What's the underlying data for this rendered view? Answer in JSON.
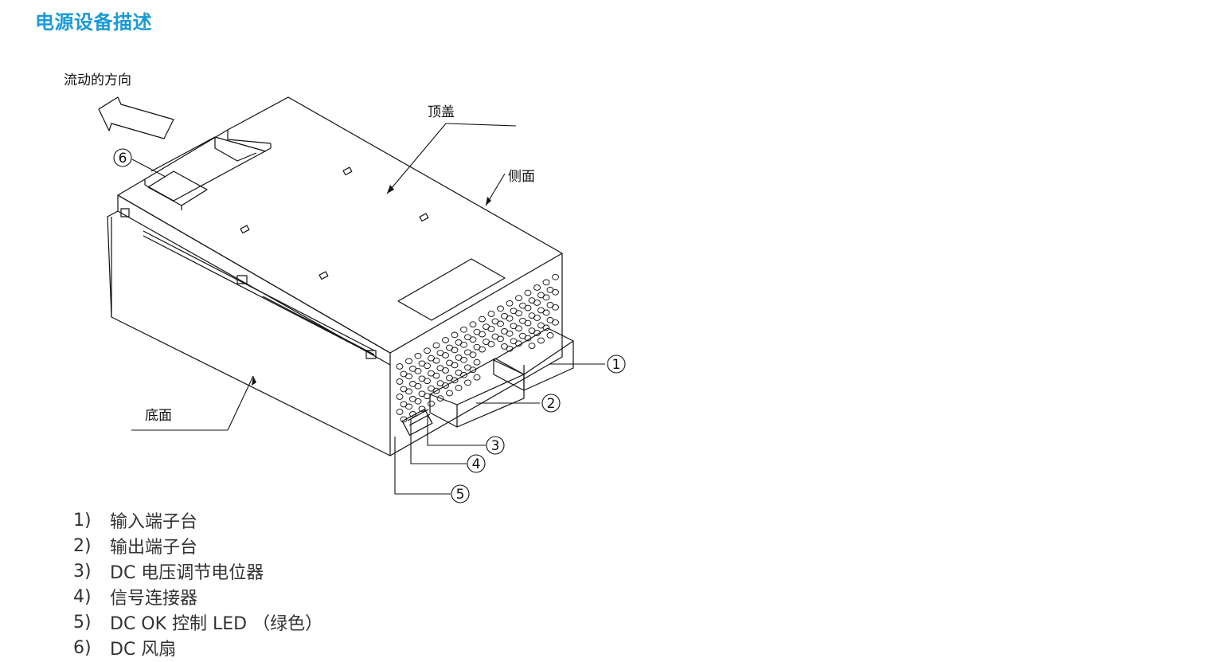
{
  "title": "电源设备描述",
  "labels": {
    "airflow": "流动的方向",
    "top_cover": "顶盖",
    "side": "侧面",
    "bottom": "底面"
  },
  "callouts": [
    "1",
    "2",
    "3",
    "4",
    "5",
    "6"
  ],
  "legend": [
    {
      "num": "1)",
      "text": "输入端子台"
    },
    {
      "num": "2)",
      "text": "输出端子台"
    },
    {
      "num": "3)",
      "text": "DC 电压调节电位器"
    },
    {
      "num": "4)",
      "text": "信号连接器"
    },
    {
      "num": "5)",
      "text": "DC OK 控制 LED （绿色）"
    },
    {
      "num": "6)",
      "text": "DC 风扇"
    }
  ],
  "colors": {
    "title": "#1a9ad6",
    "line": "#111111"
  }
}
